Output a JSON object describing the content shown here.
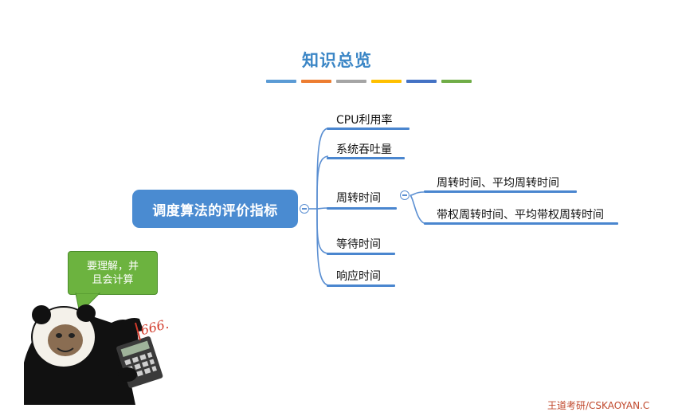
{
  "header": {
    "title": "知识总览",
    "color_bar": [
      "#5b9bd5",
      "#ed7d31",
      "#a5a5a5",
      "#ffc000",
      "#4472c4",
      "#70ad47"
    ]
  },
  "mindmap": {
    "root": "调度算法的评价指标",
    "branches": [
      {
        "label": "CPU利用率"
      },
      {
        "label": "系统吞吐量"
      },
      {
        "label": "周转时间",
        "children": [
          "周转时间、平均周转时间",
          "带权周转时间、平均带权周转时间"
        ]
      },
      {
        "label": "等待时间"
      },
      {
        "label": "响应时间"
      }
    ]
  },
  "bubble": {
    "line1": "要理解，并",
    "line2": "且会计算"
  },
  "meme": {
    "calculator_text": "666."
  },
  "footer": {
    "watermark": "王道考研/CSKAOYAN.C"
  }
}
